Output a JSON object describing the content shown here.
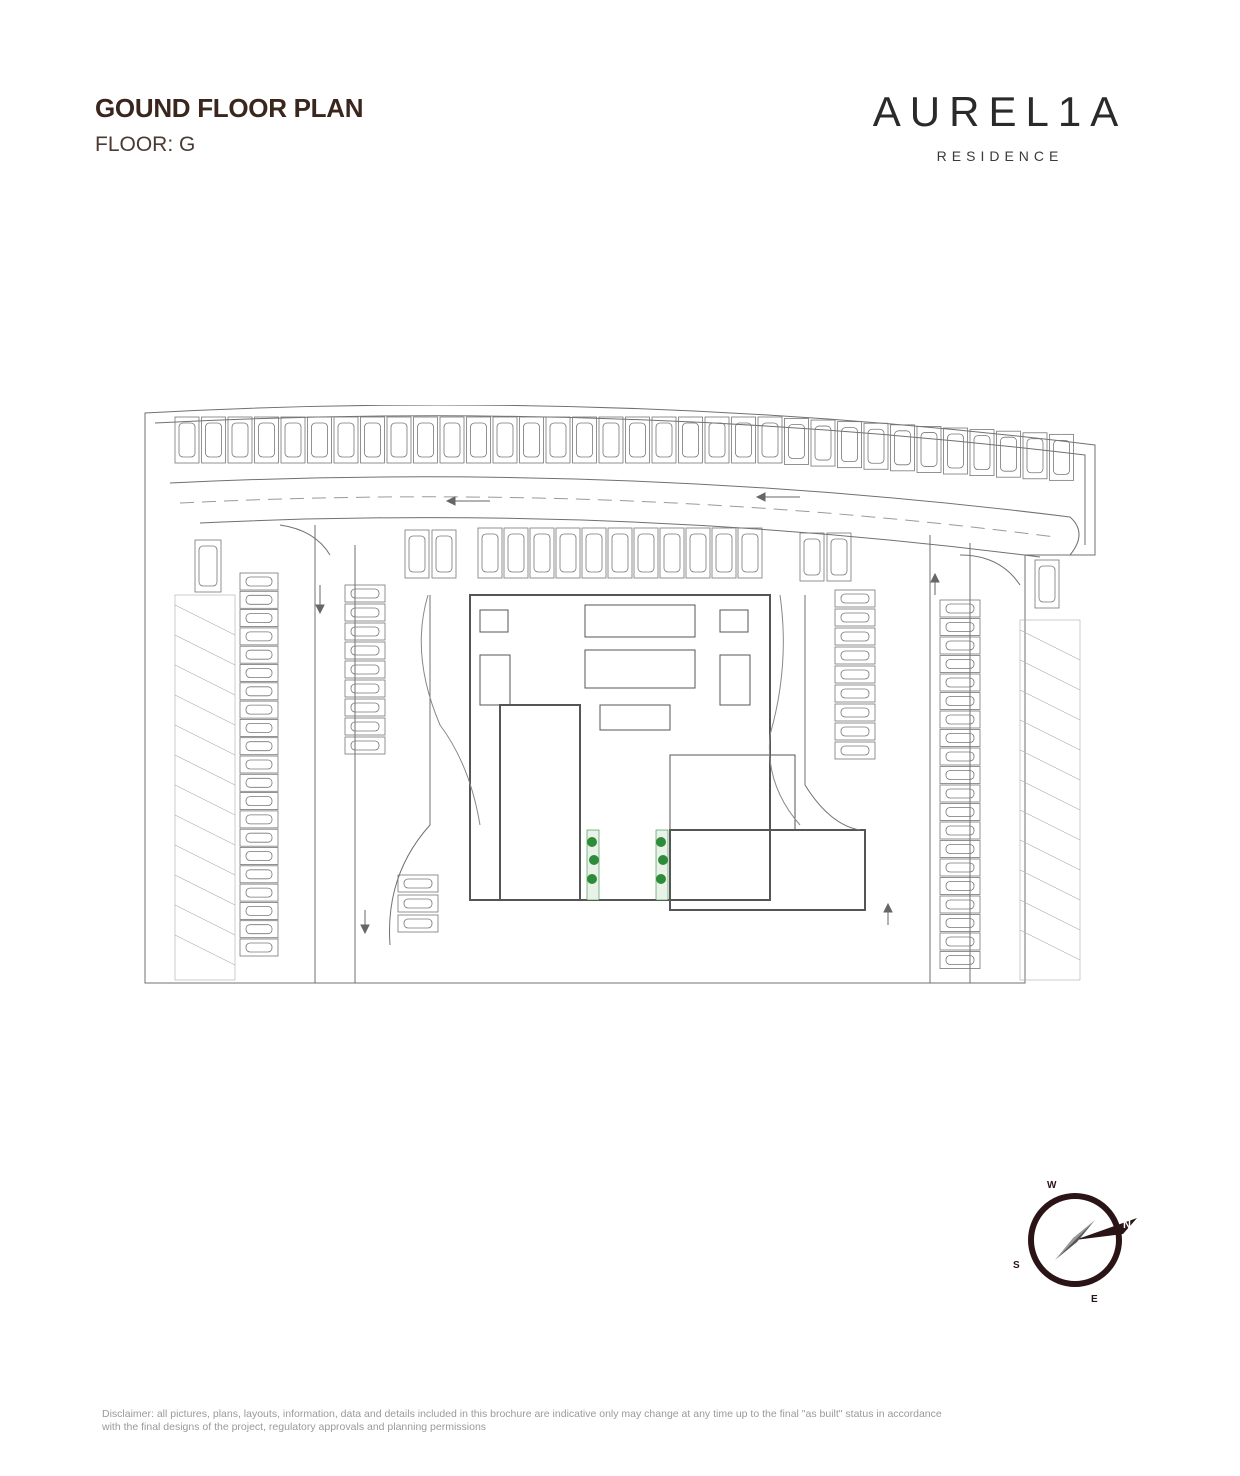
{
  "header": {
    "title": "GOUND FLOOR PLAN",
    "floor_label": "FLOOR: G"
  },
  "brand": {
    "name": "AUREL1A",
    "tagline": "RESIDENCE"
  },
  "compass": {
    "letters": [
      "W",
      "N",
      "S",
      "E"
    ]
  },
  "footer": {
    "disclaimer_line1": "Disclaimer: all pictures, plans, layouts, information, data and details included in this brochure are indicative only may change at any time up to the final \"as built\" status in accordance",
    "disclaimer_line2": "with the final designs of the project, regulatory approvals and planning permissions"
  },
  "colors": {
    "title": "#3a261c",
    "line": "#6a6a6a",
    "planter": "#2e8b3a",
    "compass": "#2a1416"
  }
}
